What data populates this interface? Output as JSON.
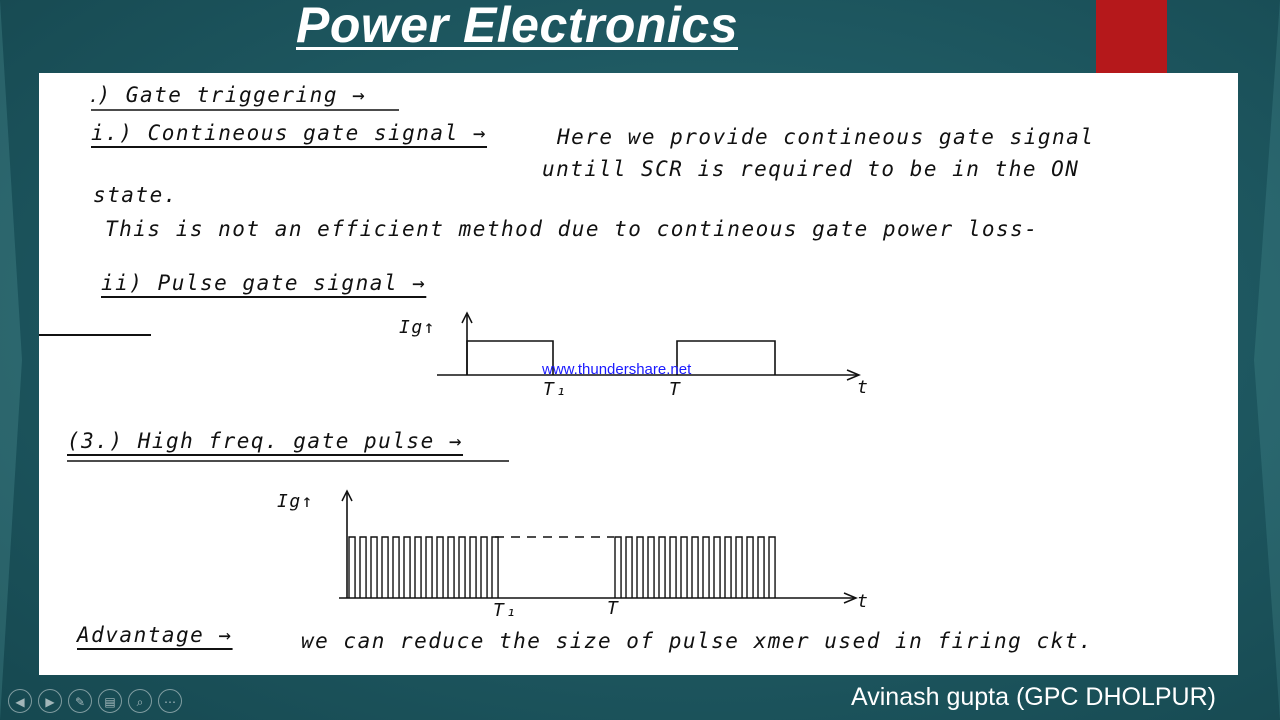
{
  "slide": {
    "title": "Power Electronics",
    "author": "Avinash gupta (GPC DHOLPUR)",
    "watermark": "www.thundershare.net",
    "accent_color": "#b5181b"
  },
  "notes": {
    "heading": "․) Gate triggering →",
    "item1_title": "i.) Contineous gate signal →",
    "item1_text_a": "Here we provide contineous gate signal",
    "item1_text_b": "untill SCR is required to be in the ON",
    "item1_text_c": "state.",
    "item1_text_d": "This is not an efficient method due to contineous gate power loss-",
    "item2_title": "ii) Pulse gate signal →",
    "item3_title": "(3.) High freq. gate pulse →",
    "advantage_label": "Advantage →",
    "advantage_text": "we can reduce the size of pulse xmer used in firing ckt."
  },
  "graph1": {
    "y_label": "Ig↑",
    "x_label": "t",
    "marks": [
      "T₁",
      "T"
    ]
  },
  "graph2": {
    "y_label": "Ig↑",
    "x_label": "t",
    "marks": [
      "T₁",
      "T"
    ]
  },
  "player": {
    "icons": [
      "prev-icon",
      "next-icon",
      "pen-icon",
      "slides-icon",
      "zoom-icon",
      "more-icon"
    ],
    "glyphs": [
      "◀",
      "▶",
      "✎",
      "▤",
      "⌕",
      "⋯"
    ]
  }
}
